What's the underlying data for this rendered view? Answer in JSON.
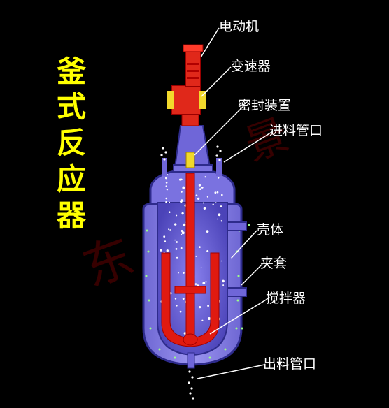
{
  "title": [
    "釜",
    "式",
    "反",
    "应",
    "器"
  ],
  "labels": {
    "motor": "电动机",
    "reducer": "变速器",
    "seal": "密封装置",
    "inlet": "进料管口",
    "shell": "壳体",
    "jacket": "夹套",
    "agitator": "搅拌器",
    "outlet": "出料管口"
  },
  "colors": {
    "background": "#000000",
    "title": "#ffff00",
    "label": "#ffffff",
    "vessel": "#6f66d8",
    "jacket_outline": "#2e2b8c",
    "agitator": "#e01a10",
    "watermark": "#7a0000"
  }
}
